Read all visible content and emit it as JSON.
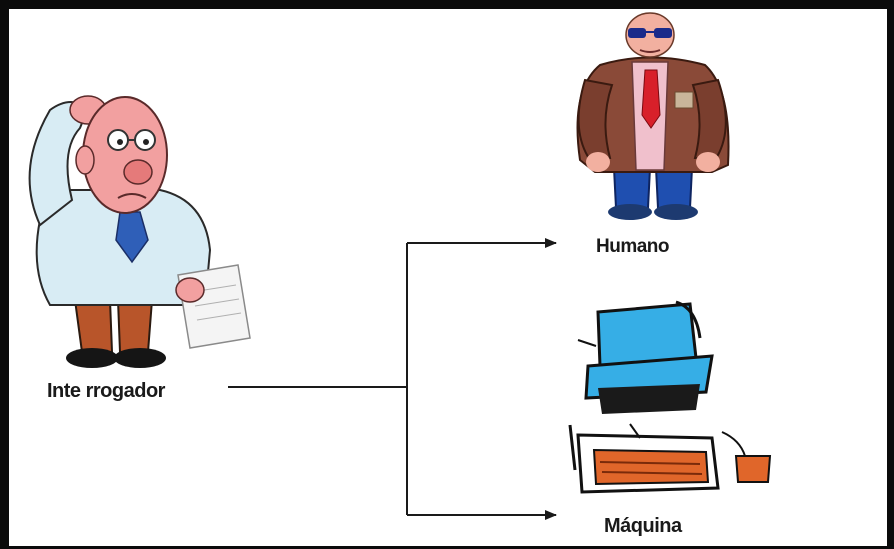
{
  "nodes": {
    "interrogador": {
      "label": "Inte rrogador"
    },
    "humano": {
      "label": "Humano"
    },
    "maquina": {
      "label": "Máquina"
    }
  },
  "icons": {
    "interrogator": "confused-man-clipart-icon",
    "human": "man-with-sunglasses-clipart-icon",
    "machine": "computer-clipart-icon"
  },
  "colors": {
    "border": "#0b0b0b",
    "line": "#1a1a1a",
    "skin": "#f2a0a0",
    "shirt": "#d8ecf4",
    "tie": "#2f5fb8",
    "jacket": "#8a4a38",
    "pants": "#1f4fb0",
    "monitor": "#36aee6",
    "keyboard": "#e0662a"
  }
}
